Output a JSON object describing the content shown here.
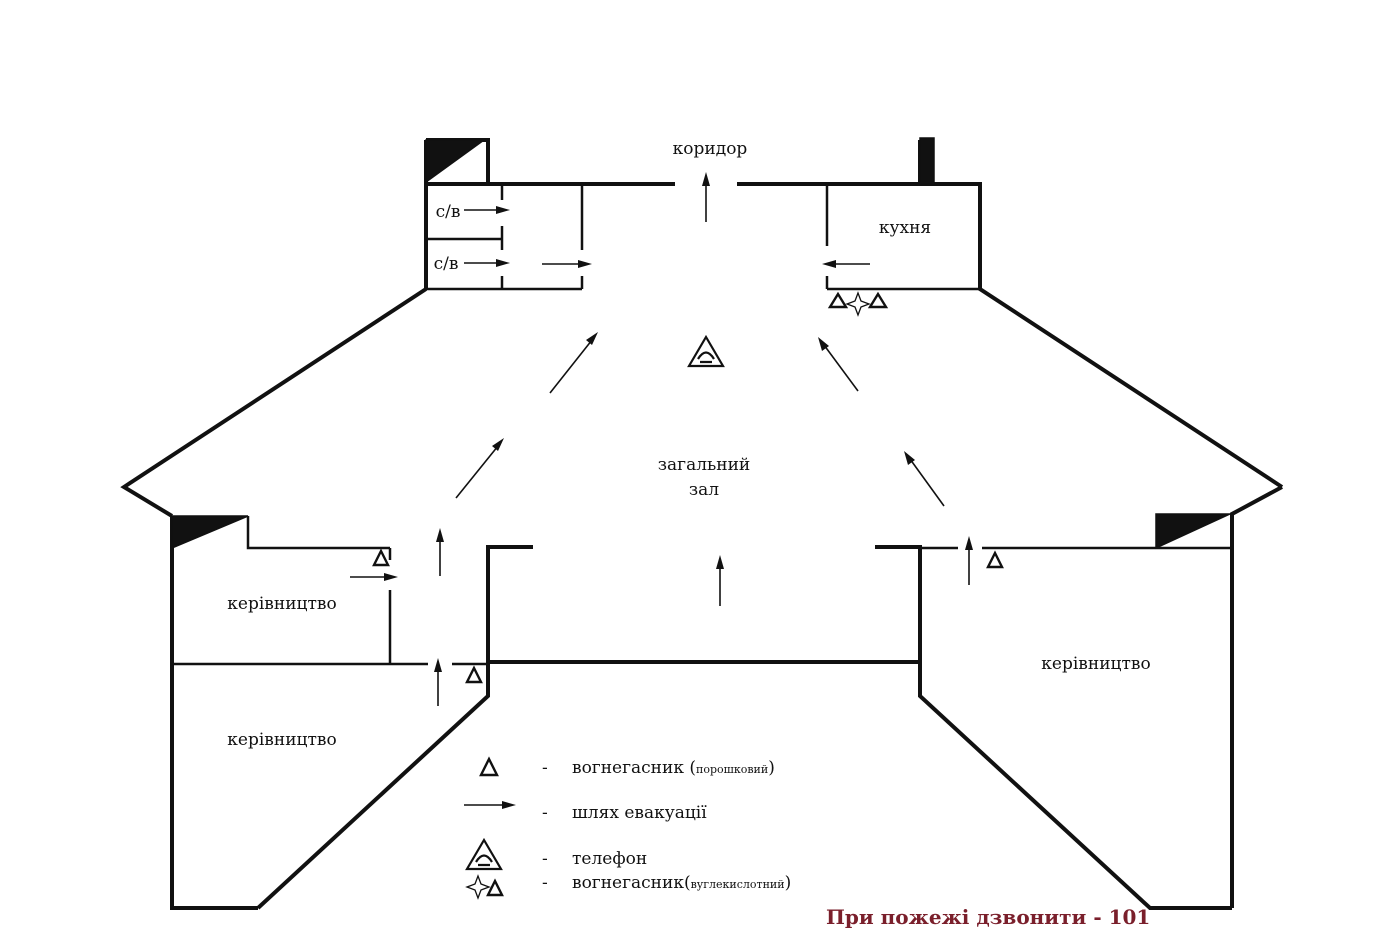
{
  "labels": {
    "corridor": "коридор",
    "wc_top": "с/в",
    "wc_bottom": "с/в",
    "kitchen": "кухня",
    "main_hall_line1": "загальний",
    "main_hall_line2": "зал",
    "management_left_upper": "керівництво",
    "management_left_lower": "керівництво",
    "management_right": "керівництво"
  },
  "legend": {
    "dash": "-",
    "powder_extinguisher": "вогнегасник (",
    "powder_extinguisher_type": "порошковий",
    "powder_extinguisher_close": ")",
    "evacuation_route": "шлях евакуації",
    "phone": "телефон",
    "co2_extinguisher": "вогнегасник(",
    "co2_extinguisher_type": "вуглекислотний",
    "co2_extinguisher_close": ")"
  },
  "notice": {
    "fire_call": "При пожежі дзвонити - 101",
    "color": "#7a1f2b"
  },
  "symbols": {
    "powder_extinguisher_icon": "triangle-icon",
    "co2_extinguisher_icon": "star-triangle-icon",
    "phone_icon": "phone-triangle-icon",
    "evacuation_icon": "arrow-icon"
  }
}
